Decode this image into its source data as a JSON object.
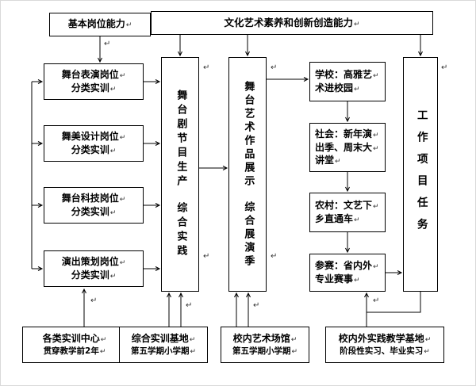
{
  "decor": {
    "return_mark": "↵"
  },
  "flow": {
    "top_left": {
      "lines": [
        "基本岗位能力"
      ]
    },
    "top_right": {
      "lines": [
        "文化艺术素养和创新创造能力"
      ]
    },
    "left_col": [
      {
        "lines": [
          "舞台表演岗位",
          "分类实训"
        ]
      },
      {
        "lines": [
          "舞美设计岗位",
          "分类实训"
        ]
      },
      {
        "lines": [
          "舞台科技岗位",
          "分类实训"
        ]
      },
      {
        "lines": [
          "演出策划岗位",
          "分类实训"
        ]
      }
    ],
    "process_production": {
      "segments": [
        "舞台剧节目生产",
        "综合实践"
      ]
    },
    "process_exhibition": {
      "segments": [
        "舞台艺术作品展示",
        "综合展演季"
      ]
    },
    "right_col": [
      {
        "lines": [
          "学校：高雅艺",
          "术进校园"
        ]
      },
      {
        "lines": [
          "社会：新年演",
          "出季、周末大",
          "讲堂"
        ]
      },
      {
        "lines": [
          "农村：文艺下",
          "乡直通车"
        ]
      },
      {
        "lines": [
          "参赛：省内外",
          "专业赛事"
        ]
      }
    ],
    "work_tasks": {
      "segments": [
        "工作项目任务"
      ]
    },
    "bottom": [
      {
        "lines": [
          "各类实训中心",
          "贯穿教学前2年"
        ]
      },
      {
        "lines": [
          "综合实训基地",
          "第五学期小学期"
        ]
      },
      {
        "lines": [
          "校内艺术场馆",
          "第五学期小学期"
        ]
      },
      {
        "lines": [
          "校内外实践教学基地",
          "阶段性实习、毕业实习"
        ]
      }
    ]
  }
}
